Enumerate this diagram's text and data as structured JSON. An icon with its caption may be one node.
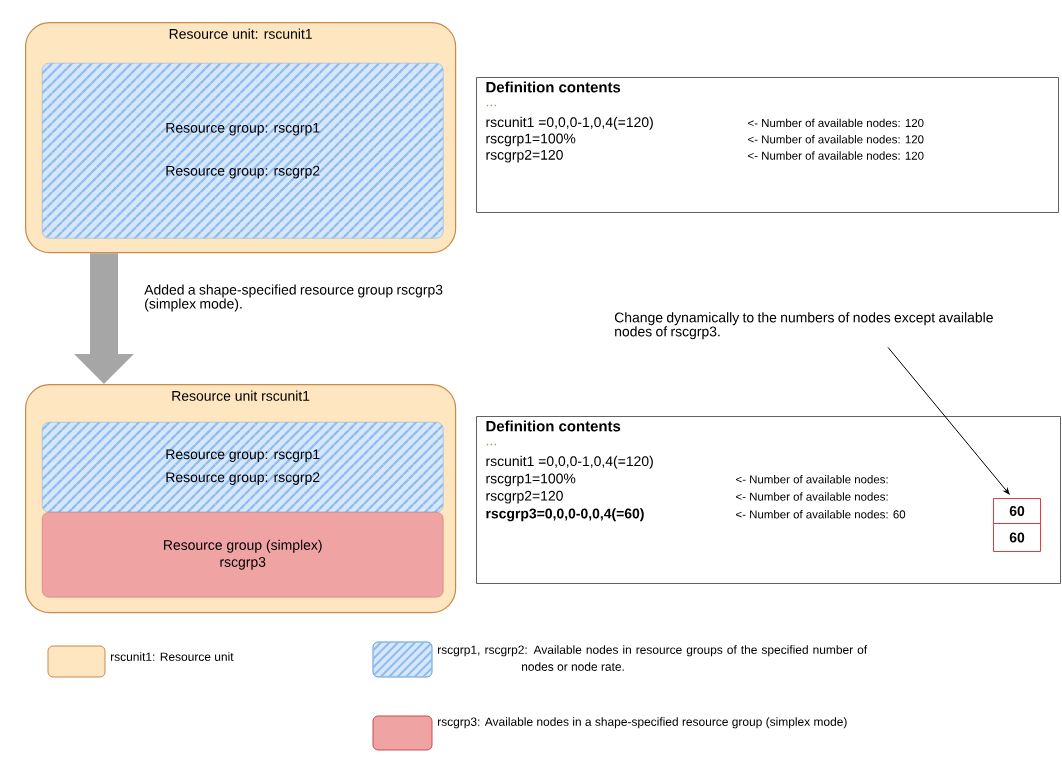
{
  "diagram": {
    "nodes": [
      {
        "text": [
          "Resource unit: rscunit1"
        ]
      },
      {
        "text": [
          "Resource group: rscgrp1",
          "Resource group: rscgrp2"
        ],
        "in": 0
      },
      {
        "text": [
          "Resource unit rscunit1"
        ]
      },
      {
        "text": [
          "Resource group: rscgrp1",
          "Resource group: rscgrp2"
        ],
        "in": 2
      },
      {
        "text": [
          "Resource group (simplex) rscgrp3"
        ],
        "in": 2
      },
      {
        "text": [
          "Definition contents",
          "...",
          "rscunit1 =0,0,0-1,0,4(=120)",
          "<- Number of available nodes: 120",
          "rscgrp1=100%",
          "<- Number of available nodes: 120",
          "rscgrp2=120",
          "<- Number of available nodes: 120"
        ]
      },
      {
        "text": [
          "Definition contents",
          "...",
          "rscunit1 =0,0,0-1,0,4(=120)",
          "rscgrp1=100%",
          "<- Number of available nodes:",
          "rscgrp2=120",
          "<- Number of available nodes:",
          "rscgrp3=0,0,0-0,0,4(=60)",
          "<- Number of available nodes: 60"
        ]
      },
      {
        "text": [
          "60"
        ],
        "in": 6
      },
      {
        "text": [
          "60"
        ],
        "in": 6
      },
      {
        "text": [
          "Change dynamically to the numbers of nodes except available nodes of rscgrp3."
        ]
      }
    ],
    "edges": [
      {
        "from": 0,
        "to": 2,
        "arrow": "to",
        "label": "Added a shape-specified resource group rscgrp3 (simplex mode).",
        "style": "thick",
        "color": "#a6a6a6"
      },
      {
        "from": 9,
        "to": 7,
        "arrow": "to",
        "color": "#000000"
      }
    ],
    "legend": [
      {
        "text": "rscunit1: Resource unit",
        "color": "#fde6c0"
      },
      {
        "text": "rscgrp1, rscgrp2: Available nodes in resource groups of the specified number of nodes or node rate."
      },
      {
        "text": "rscgrp3: Available nodes in a shape-specified resource group (simplex mode)",
        "color": "#f0a3a3"
      }
    ]
  }
}
